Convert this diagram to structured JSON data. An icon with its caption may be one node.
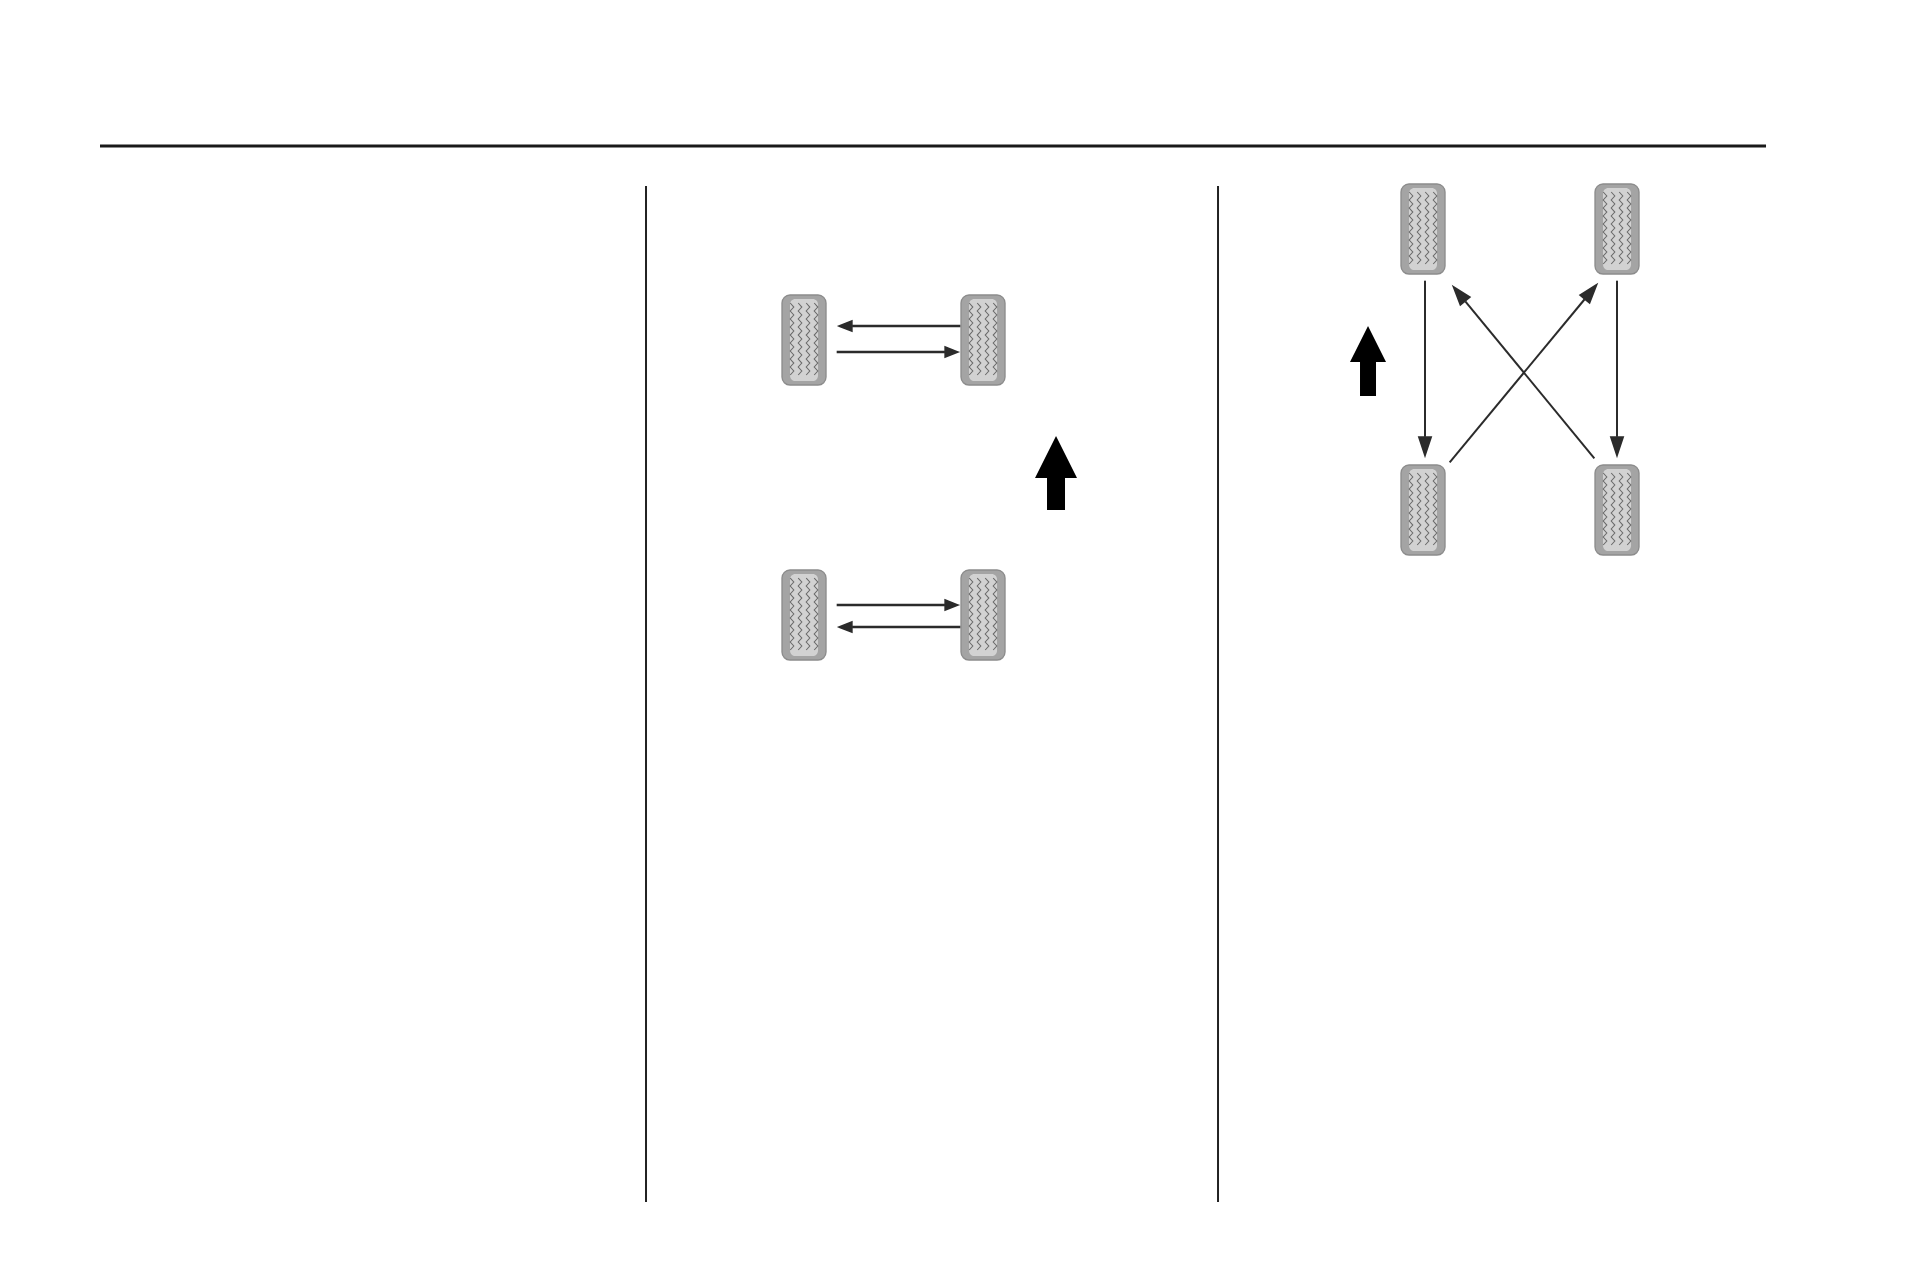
{
  "diagram": {
    "nodes": [
      {
        "text": [],
        "shape": "tire"
      },
      {
        "text": [],
        "shape": "tire"
      },
      {
        "text": [],
        "shape": "tire"
      },
      {
        "text": [],
        "shape": "tire"
      },
      {
        "text": [],
        "shape": "tire"
      },
      {
        "text": [],
        "shape": "tire"
      },
      {
        "text": [],
        "shape": "tire"
      },
      {
        "text": [],
        "shape": "tire"
      }
    ],
    "edges": [
      {
        "from": 1,
        "to": 0,
        "arrow": "to"
      },
      {
        "from": 0,
        "to": 1,
        "arrow": "to"
      },
      {
        "from": 2,
        "to": 3,
        "arrow": "to"
      },
      {
        "from": 3,
        "to": 2,
        "arrow": "to"
      },
      {
        "from": 4,
        "to": 6,
        "arrow": "to"
      },
      {
        "from": 5,
        "to": 7,
        "arrow": "to"
      },
      {
        "from": 6,
        "to": 5,
        "arrow": "to"
      },
      {
        "from": 7,
        "to": 4,
        "arrow": "to"
      }
    ]
  }
}
